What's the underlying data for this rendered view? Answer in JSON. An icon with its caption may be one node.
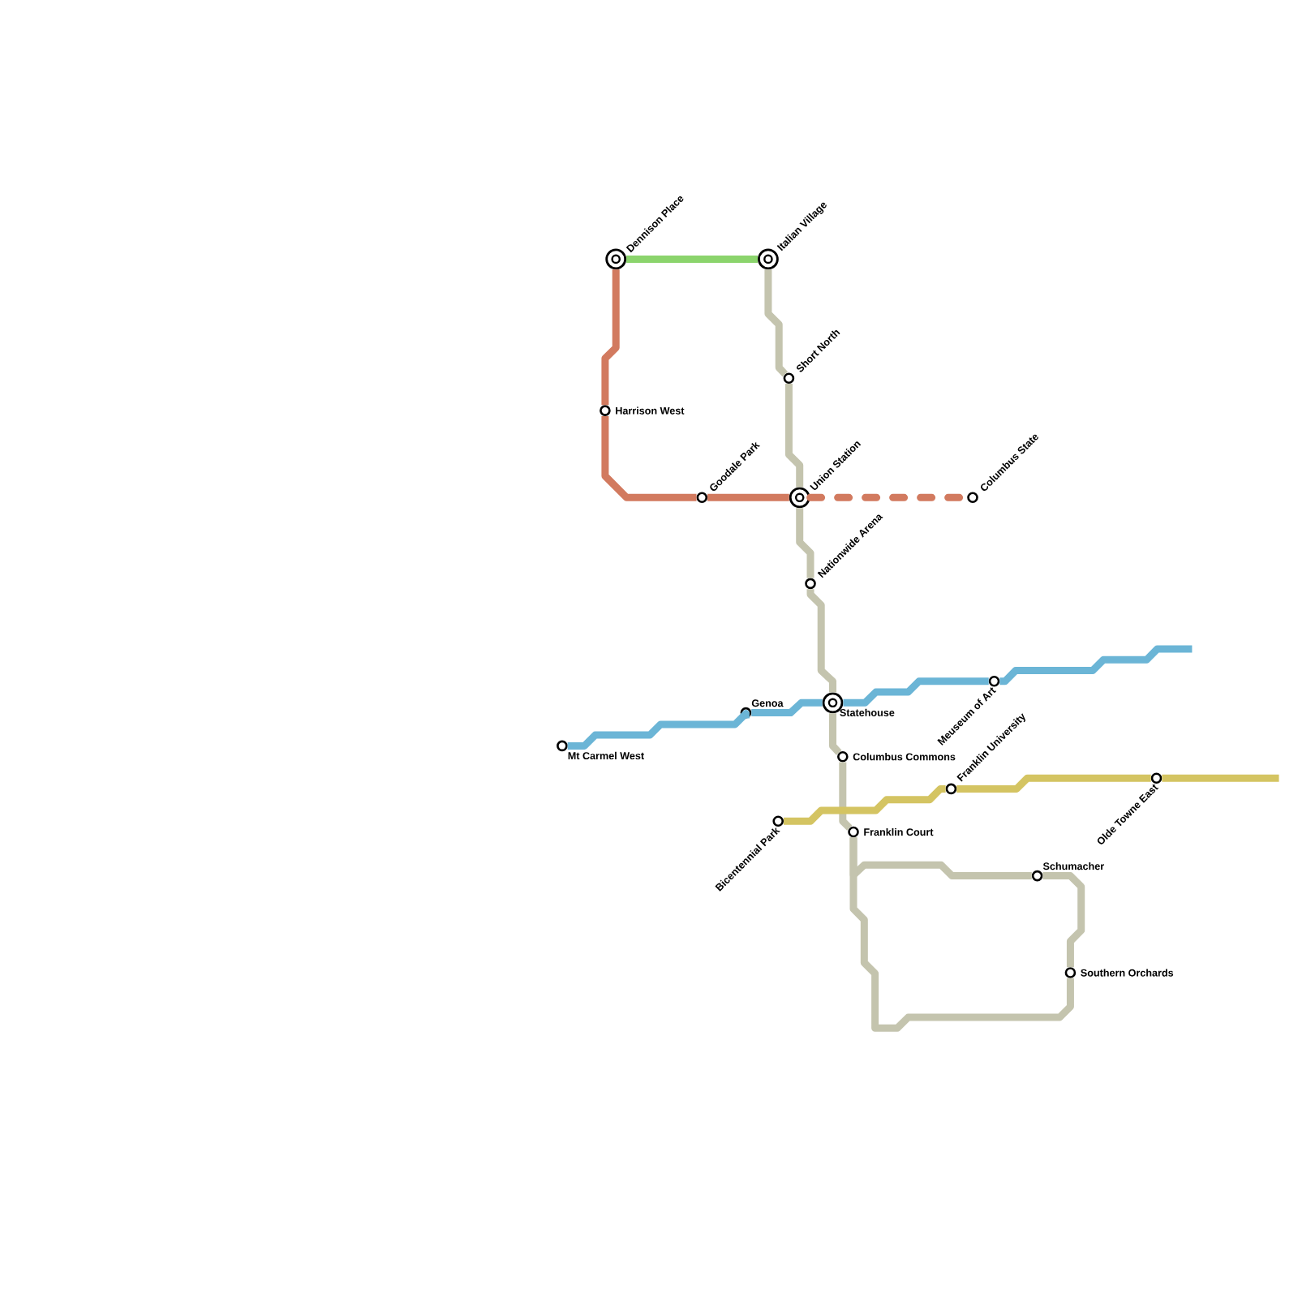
{
  "diagram": {
    "nodes": [
      {
        "text": [
          "Dennison Place"
        ]
      },
      {
        "text": [
          "Italian Village"
        ]
      },
      {
        "text": [
          "Harrison West"
        ]
      },
      {
        "text": [
          "Goodale Park"
        ]
      },
      {
        "text": [
          "Short North"
        ]
      },
      {
        "text": [
          "Union Station"
        ]
      },
      {
        "text": [
          "Columbus State"
        ]
      },
      {
        "text": [
          "Nationwide Arena"
        ]
      },
      {
        "text": [
          "Mt Carmel West"
        ]
      },
      {
        "text": [
          "Genoa"
        ]
      },
      {
        "text": [
          "Statehouse"
        ]
      },
      {
        "text": [
          "Meuseum of Art"
        ]
      },
      {
        "text": [
          "Columbus Commons"
        ]
      },
      {
        "text": [
          "Franklin University"
        ]
      },
      {
        "text": [
          "Olde Towne East"
        ]
      },
      {
        "text": [
          "Bicentennial Park"
        ]
      },
      {
        "text": [
          "Franklin Court"
        ]
      },
      {
        "text": [
          "Schumacher"
        ]
      },
      {
        "text": [
          "Southern Orchards"
        ]
      }
    ],
    "edges": [
      {
        "from": 0,
        "to": 1,
        "arrow": "none",
        "color": "#8bd46c"
      },
      {
        "from": 0,
        "to": 2,
        "arrow": "none",
        "color": "#d27a5f"
      },
      {
        "from": 2,
        "to": 3,
        "arrow": "none",
        "color": "#d27a5f"
      },
      {
        "from": 3,
        "to": 5,
        "arrow": "none",
        "color": "#d27a5f"
      },
      {
        "from": 5,
        "to": 6,
        "arrow": "none",
        "color": "#d27a5f",
        "style": "dashed"
      },
      {
        "from": 1,
        "to": 4,
        "arrow": "none",
        "color": "#c4c4ae"
      },
      {
        "from": 4,
        "to": 5,
        "arrow": "none",
        "color": "#c4c4ae"
      },
      {
        "from": 5,
        "to": 7,
        "arrow": "none",
        "color": "#c4c4ae"
      },
      {
        "from": 7,
        "to": 10,
        "arrow": "none",
        "color": "#c4c4ae"
      },
      {
        "from": 10,
        "to": 12,
        "arrow": "none",
        "color": "#c4c4ae"
      },
      {
        "from": 12,
        "to": 16,
        "arrow": "none",
        "color": "#c4c4ae"
      },
      {
        "from": 16,
        "to": 17,
        "arrow": "none",
        "color": "#c4c4ae"
      },
      {
        "from": 17,
        "to": 18,
        "arrow": "none",
        "color": "#c4c4ae"
      },
      {
        "from": 16,
        "to": 18,
        "arrow": "none",
        "color": "#c4c4ae"
      },
      {
        "from": 8,
        "to": 9,
        "arrow": "none",
        "color": "#6bb5d6"
      },
      {
        "from": 9,
        "to": 10,
        "arrow": "none",
        "color": "#6bb5d6"
      },
      {
        "from": 10,
        "to": 11,
        "arrow": "none",
        "color": "#6bb5d6"
      },
      {
        "from": 11,
        "to": null,
        "arrow": "none",
        "color": "#6bb5d6"
      },
      {
        "from": 15,
        "to": 13,
        "arrow": "none",
        "color": "#d4c462"
      },
      {
        "from": 13,
        "to": 14,
        "arrow": "none",
        "color": "#d4c462"
      },
      {
        "from": 14,
        "to": null,
        "arrow": "none",
        "color": "#d4c462"
      }
    ]
  }
}
